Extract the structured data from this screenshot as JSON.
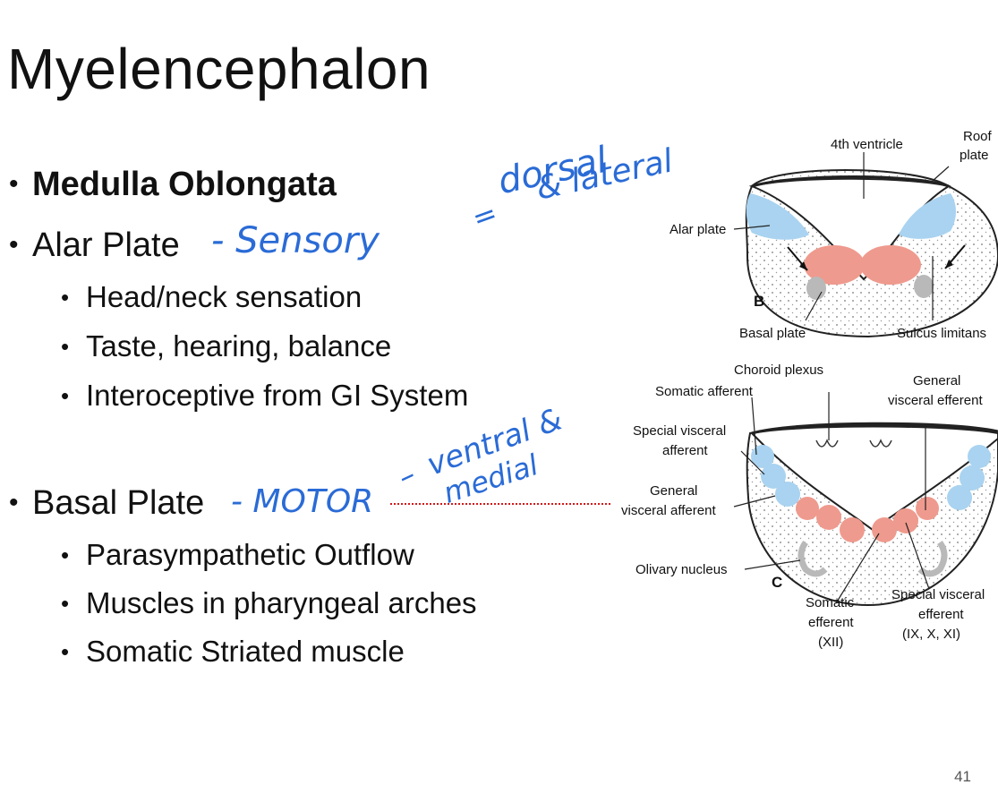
{
  "title": "Myelencephalon",
  "bullets": {
    "medulla": "Medulla Oblongata",
    "alar": "Alar Plate",
    "alar_items": [
      "Head/neck sensation",
      "Taste, hearing, balance",
      "Interoceptive from GI System"
    ],
    "basal": "Basal Plate",
    "basal_items": [
      "Parasympathetic Outflow",
      "Muscles in pharyngeal arches",
      "Somatic Striated muscle"
    ]
  },
  "handwriting": {
    "sensory": "- Sensory",
    "equals": "=",
    "dorsal": "dorsal",
    "lateral": "& lateral",
    "motor": "- MOTOR",
    "dash": "–",
    "ventral": "ventral &",
    "medial": "medial"
  },
  "figure": {
    "b_labels": {
      "fourth_ventricle": "4th ventricle",
      "roof_plate": [
        "Roof",
        "plate"
      ],
      "alar_plate": "Alar plate",
      "panel_b": "B",
      "basal_plate": "Basal plate",
      "sulcus_limitans": "Sulcus limitans"
    },
    "c_labels": {
      "choroid_plexus": "Choroid plexus",
      "somatic_afferent": "Somatic afferent",
      "general_visceral_efferent": [
        "General",
        "visceral efferent"
      ],
      "special_visceral_afferent": [
        "Special visceral",
        "afferent"
      ],
      "general_visceral_afferent": [
        "General",
        "visceral afferent"
      ],
      "olivary_nucleus": "Olivary nucleus",
      "panel_c": "C",
      "somatic_efferent": [
        "Somatic",
        "efferent",
        "(XII)"
      ],
      "special_visceral_efferent": [
        "Special visceral",
        "efferent",
        "(IX, X, XI)"
      ]
    },
    "colors": {
      "sensory": "#a9d3f0",
      "motor": "#ef9a8e",
      "gray": "#b9b9b9"
    }
  },
  "page_number": "41"
}
